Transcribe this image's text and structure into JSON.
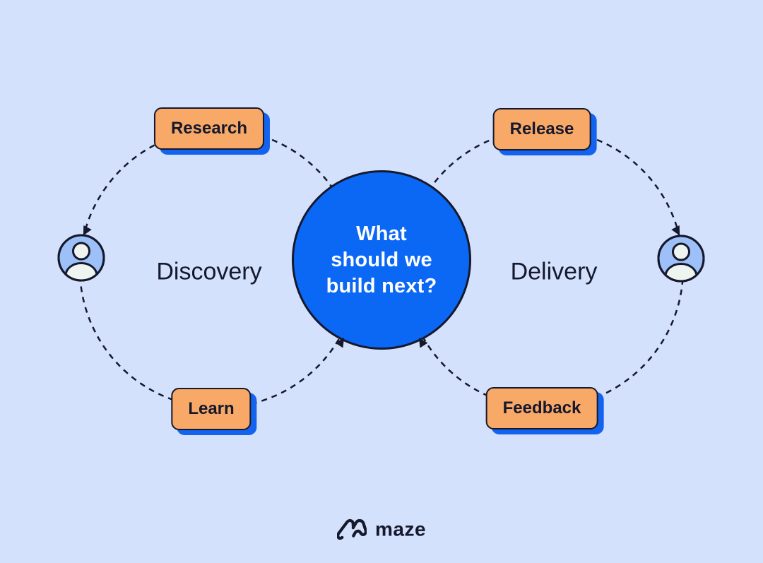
{
  "diagram": {
    "center_question": {
      "lines": [
        "What",
        "should we",
        "build next?"
      ]
    },
    "left_loop": {
      "label": "Discovery",
      "top_box": "Research",
      "bottom_box": "Learn"
    },
    "right_loop": {
      "label": "Delivery",
      "top_box": "Release",
      "bottom_box": "Feedback"
    },
    "icons": {
      "left_user": "user-avatar-icon",
      "right_user": "user-avatar-icon"
    }
  },
  "branding": {
    "logo_text": "maze",
    "logo_icon": "maze-logo-icon"
  },
  "colors": {
    "background": "#D3E1FC",
    "center_circle_fill": "#0B68F4",
    "center_text": "#FFFFFF",
    "box_fill": "#F8A967",
    "box_drop_shadow": "#1463EF",
    "outline_dark": "#16182C",
    "person_circle_fill": "#9DC0F8",
    "person_figure_fill": "#EEF4EF"
  }
}
